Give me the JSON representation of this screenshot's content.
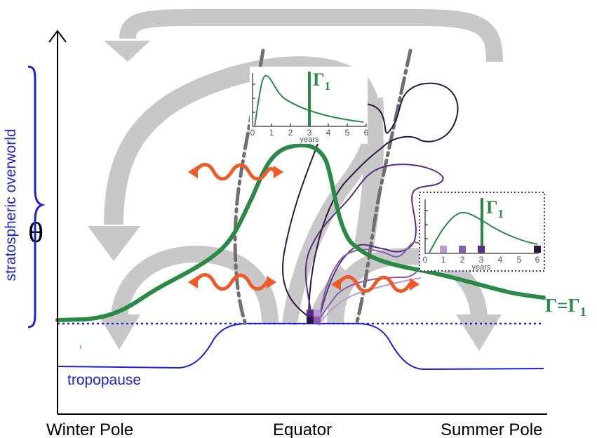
{
  "labels": {
    "theta": "θ",
    "stratospheric_overworld": "stratospheric overworld",
    "tropopause": "tropopause",
    "gamma_label": "Γ=Γ",
    "gamma_sub": "1",
    "x_axis": {
      "left": "Winter Pole",
      "center": "Equator",
      "right": "Summer Pole"
    }
  },
  "inset_left": {
    "title": "Γ",
    "title_sub": "1",
    "ticks": [
      "0",
      "1",
      "2",
      "3",
      "4",
      "5",
      "6"
    ],
    "xlabel": "years"
  },
  "inset_right": {
    "title": "Γ",
    "title_sub": "1",
    "ticks": [
      "0",
      "1",
      "2",
      "3",
      "4",
      "5",
      "6"
    ],
    "xlabel": "years"
  },
  "colors": {
    "circulation_arrows": "#c8c8c8",
    "age_contour": "#2a8a45",
    "tropopause": "#1f1fd6",
    "mixing_arrows": "#f05a28",
    "barrier_lines": "#707070",
    "trajectories": [
      "#2a1840",
      "#5a2d82",
      "#8a5cb0",
      "#b89ad4"
    ]
  }
}
